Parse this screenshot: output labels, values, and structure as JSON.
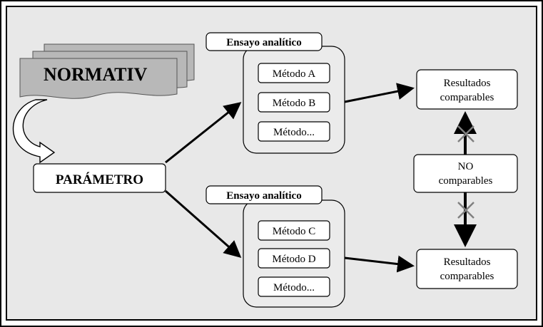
{
  "colors": {
    "panel_bg": "#e8e8e8",
    "normative_doc": "#b8b8b8",
    "box_fill": "#ffffff",
    "line": "#000000",
    "cross": "#808080"
  },
  "icons": {
    "cross_marks": "x-mark-icon",
    "curved_arrow": "curved-arrow-icon"
  },
  "normative": {
    "label": "NORMATIV"
  },
  "parametro": {
    "label": "PARÁMETRO"
  },
  "ensayo_top": {
    "title": "Ensayo analítico",
    "methods": [
      "Método A",
      "Método B",
      "Método..."
    ]
  },
  "ensayo_bottom": {
    "title": "Ensayo analítico",
    "methods": [
      "Método C",
      "Método D",
      "Método..."
    ]
  },
  "result_top": {
    "line1": "Resultados",
    "line2": "comparables"
  },
  "no_comparables": {
    "line1": "NO",
    "line2": "comparables"
  },
  "result_bottom": {
    "line1": "Resultados",
    "line2": "comparables"
  }
}
